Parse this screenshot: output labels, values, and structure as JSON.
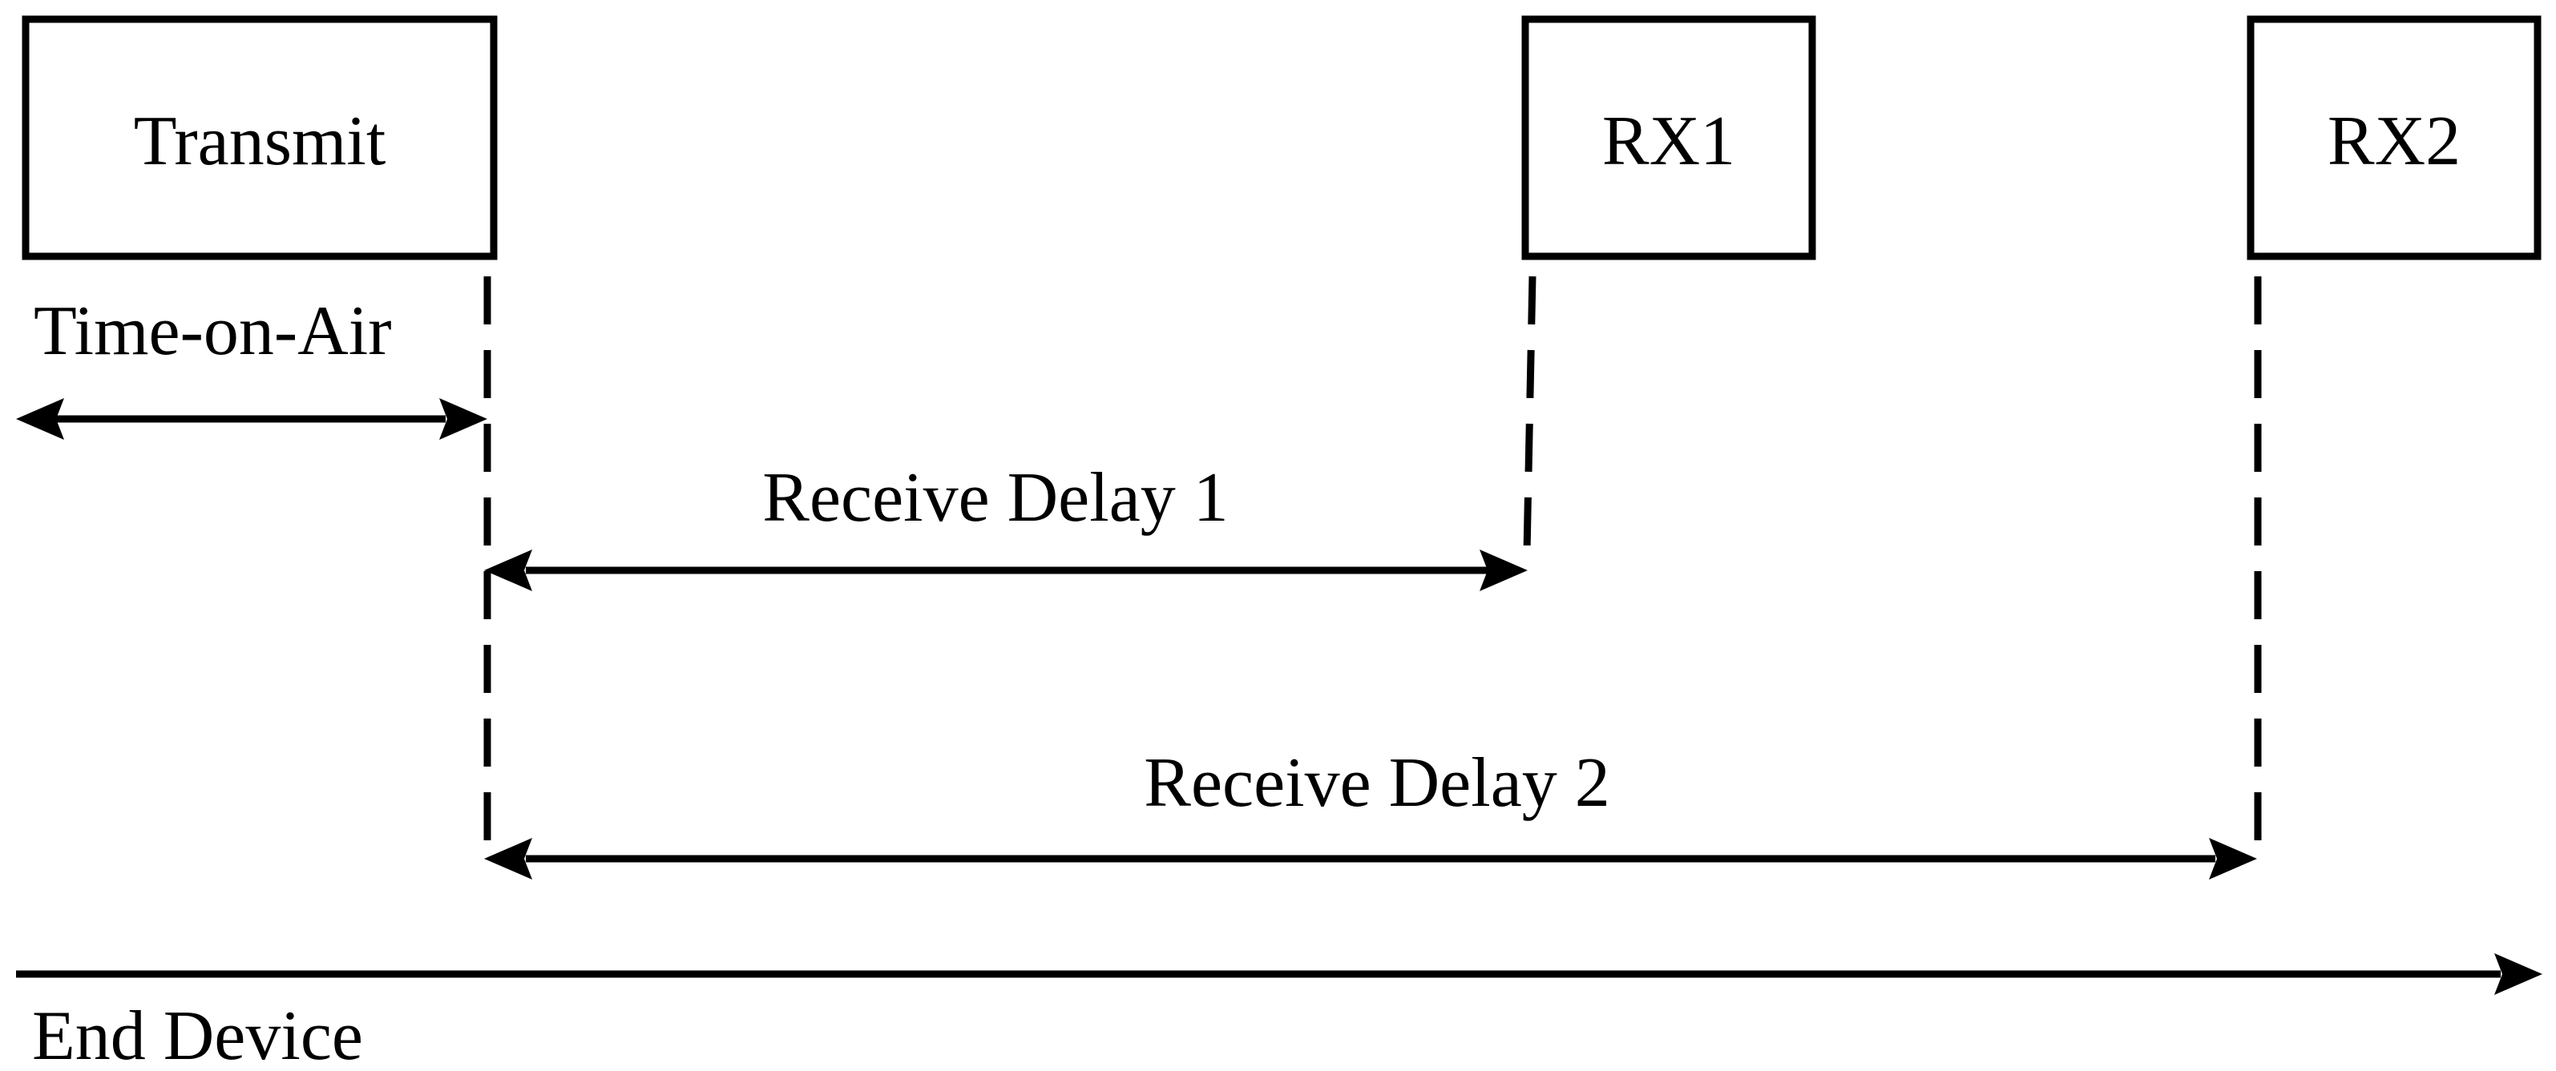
{
  "boxes": {
    "transmit": "Transmit",
    "rx1": "RX1",
    "rx2": "RX2"
  },
  "labels": {
    "time_on_air": "Time-on-Air",
    "receive_delay_1": "Receive Delay 1",
    "receive_delay_2": "Receive Delay 2",
    "timeline": "End Device"
  }
}
